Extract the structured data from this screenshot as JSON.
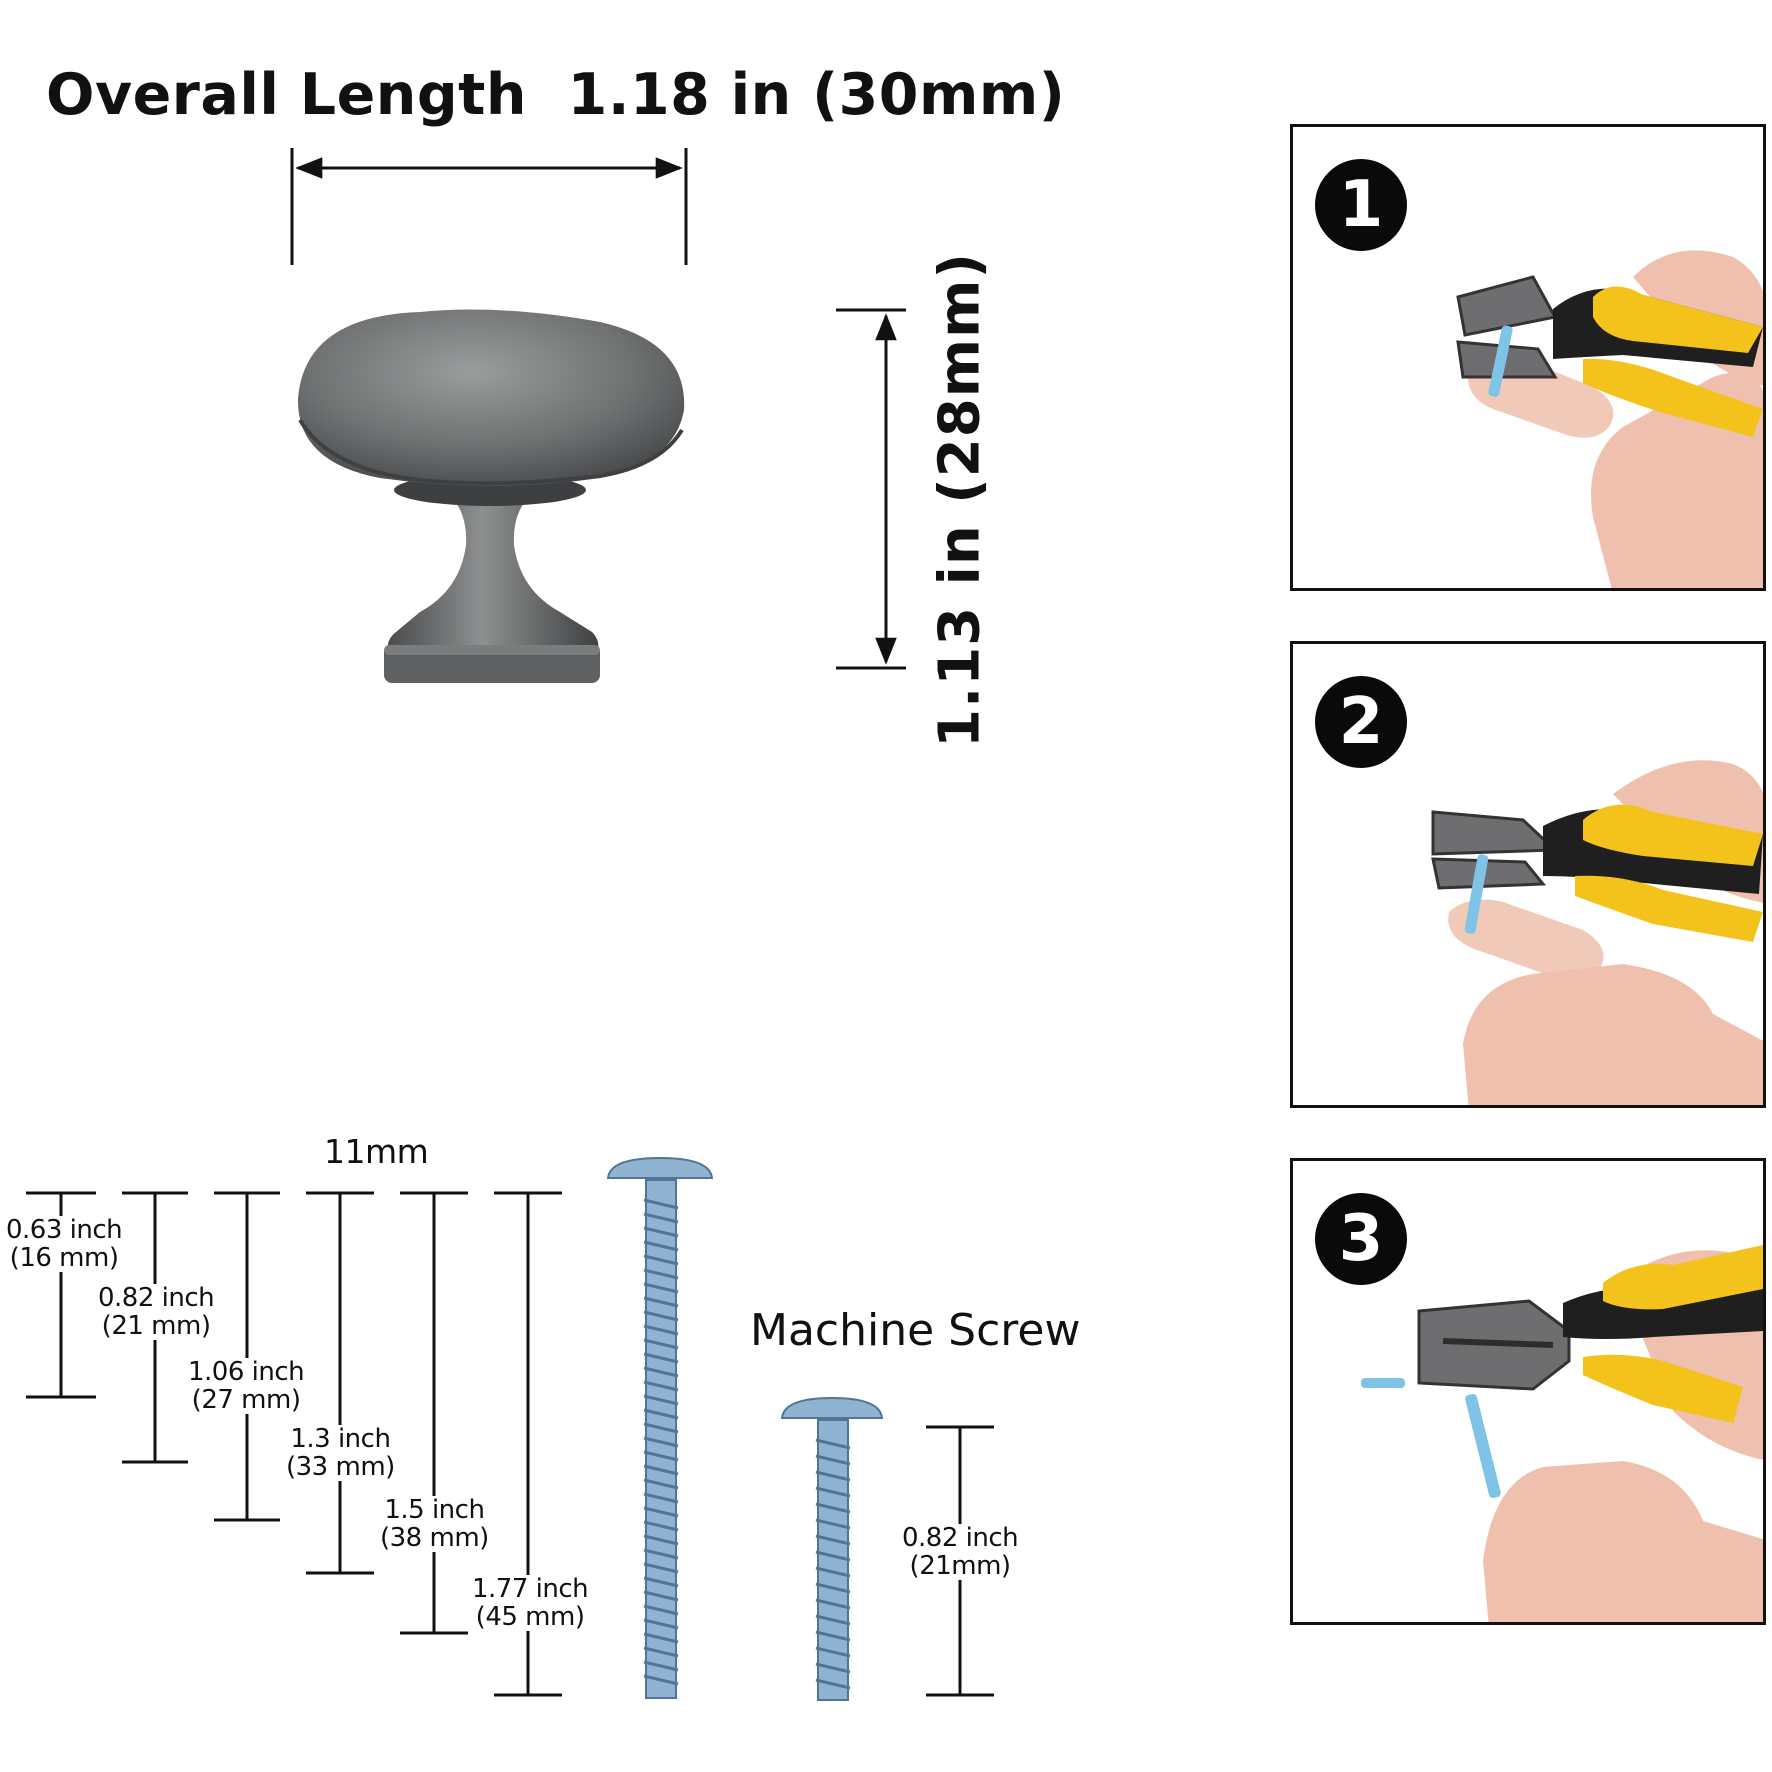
{
  "knob": {
    "overall_length_label": "Overall Length",
    "overall_length_value": "1.18 in (30mm)",
    "height_label": "1.13 in (28mm)",
    "colors": {
      "metal": "#7d7f80",
      "metal_dark": "#4d4f50"
    }
  },
  "screws": {
    "width_label": "11mm",
    "break_length_labels": [
      {
        "inch": "0.63 inch",
        "mm": "(16 mm)"
      },
      {
        "inch": "0.82 inch",
        "mm": "(21 mm)"
      },
      {
        "inch": "1.06 inch",
        "mm": "(27 mm)"
      },
      {
        "inch": "1.3 inch",
        "mm": "(33 mm)"
      },
      {
        "inch": "1.5 inch",
        "mm": "(38 mm)"
      },
      {
        "inch": "1.77 inch",
        "mm": "(45 mm)"
      }
    ],
    "machine_screw_label": "Machine Screw",
    "machine_screw_length": {
      "inch": "0.82 inch",
      "mm": "(21mm)"
    },
    "colors": {
      "zinc": "#8fb3d0",
      "zinc_dark": "#4f7697"
    }
  },
  "steps": [
    {
      "number": "1",
      "icon": "pliers-cutting-screw-icon"
    },
    {
      "number": "2",
      "icon": "pliers-gripping-screw-icon"
    },
    {
      "number": "3",
      "icon": "pliers-snapping-screw-icon"
    }
  ],
  "colors": {
    "plier_handle": "#f3c21b",
    "plier_grip_dark": "#1f1f1f",
    "skin": "#f1c9b9",
    "screw_blue": "#7fc3e6"
  }
}
